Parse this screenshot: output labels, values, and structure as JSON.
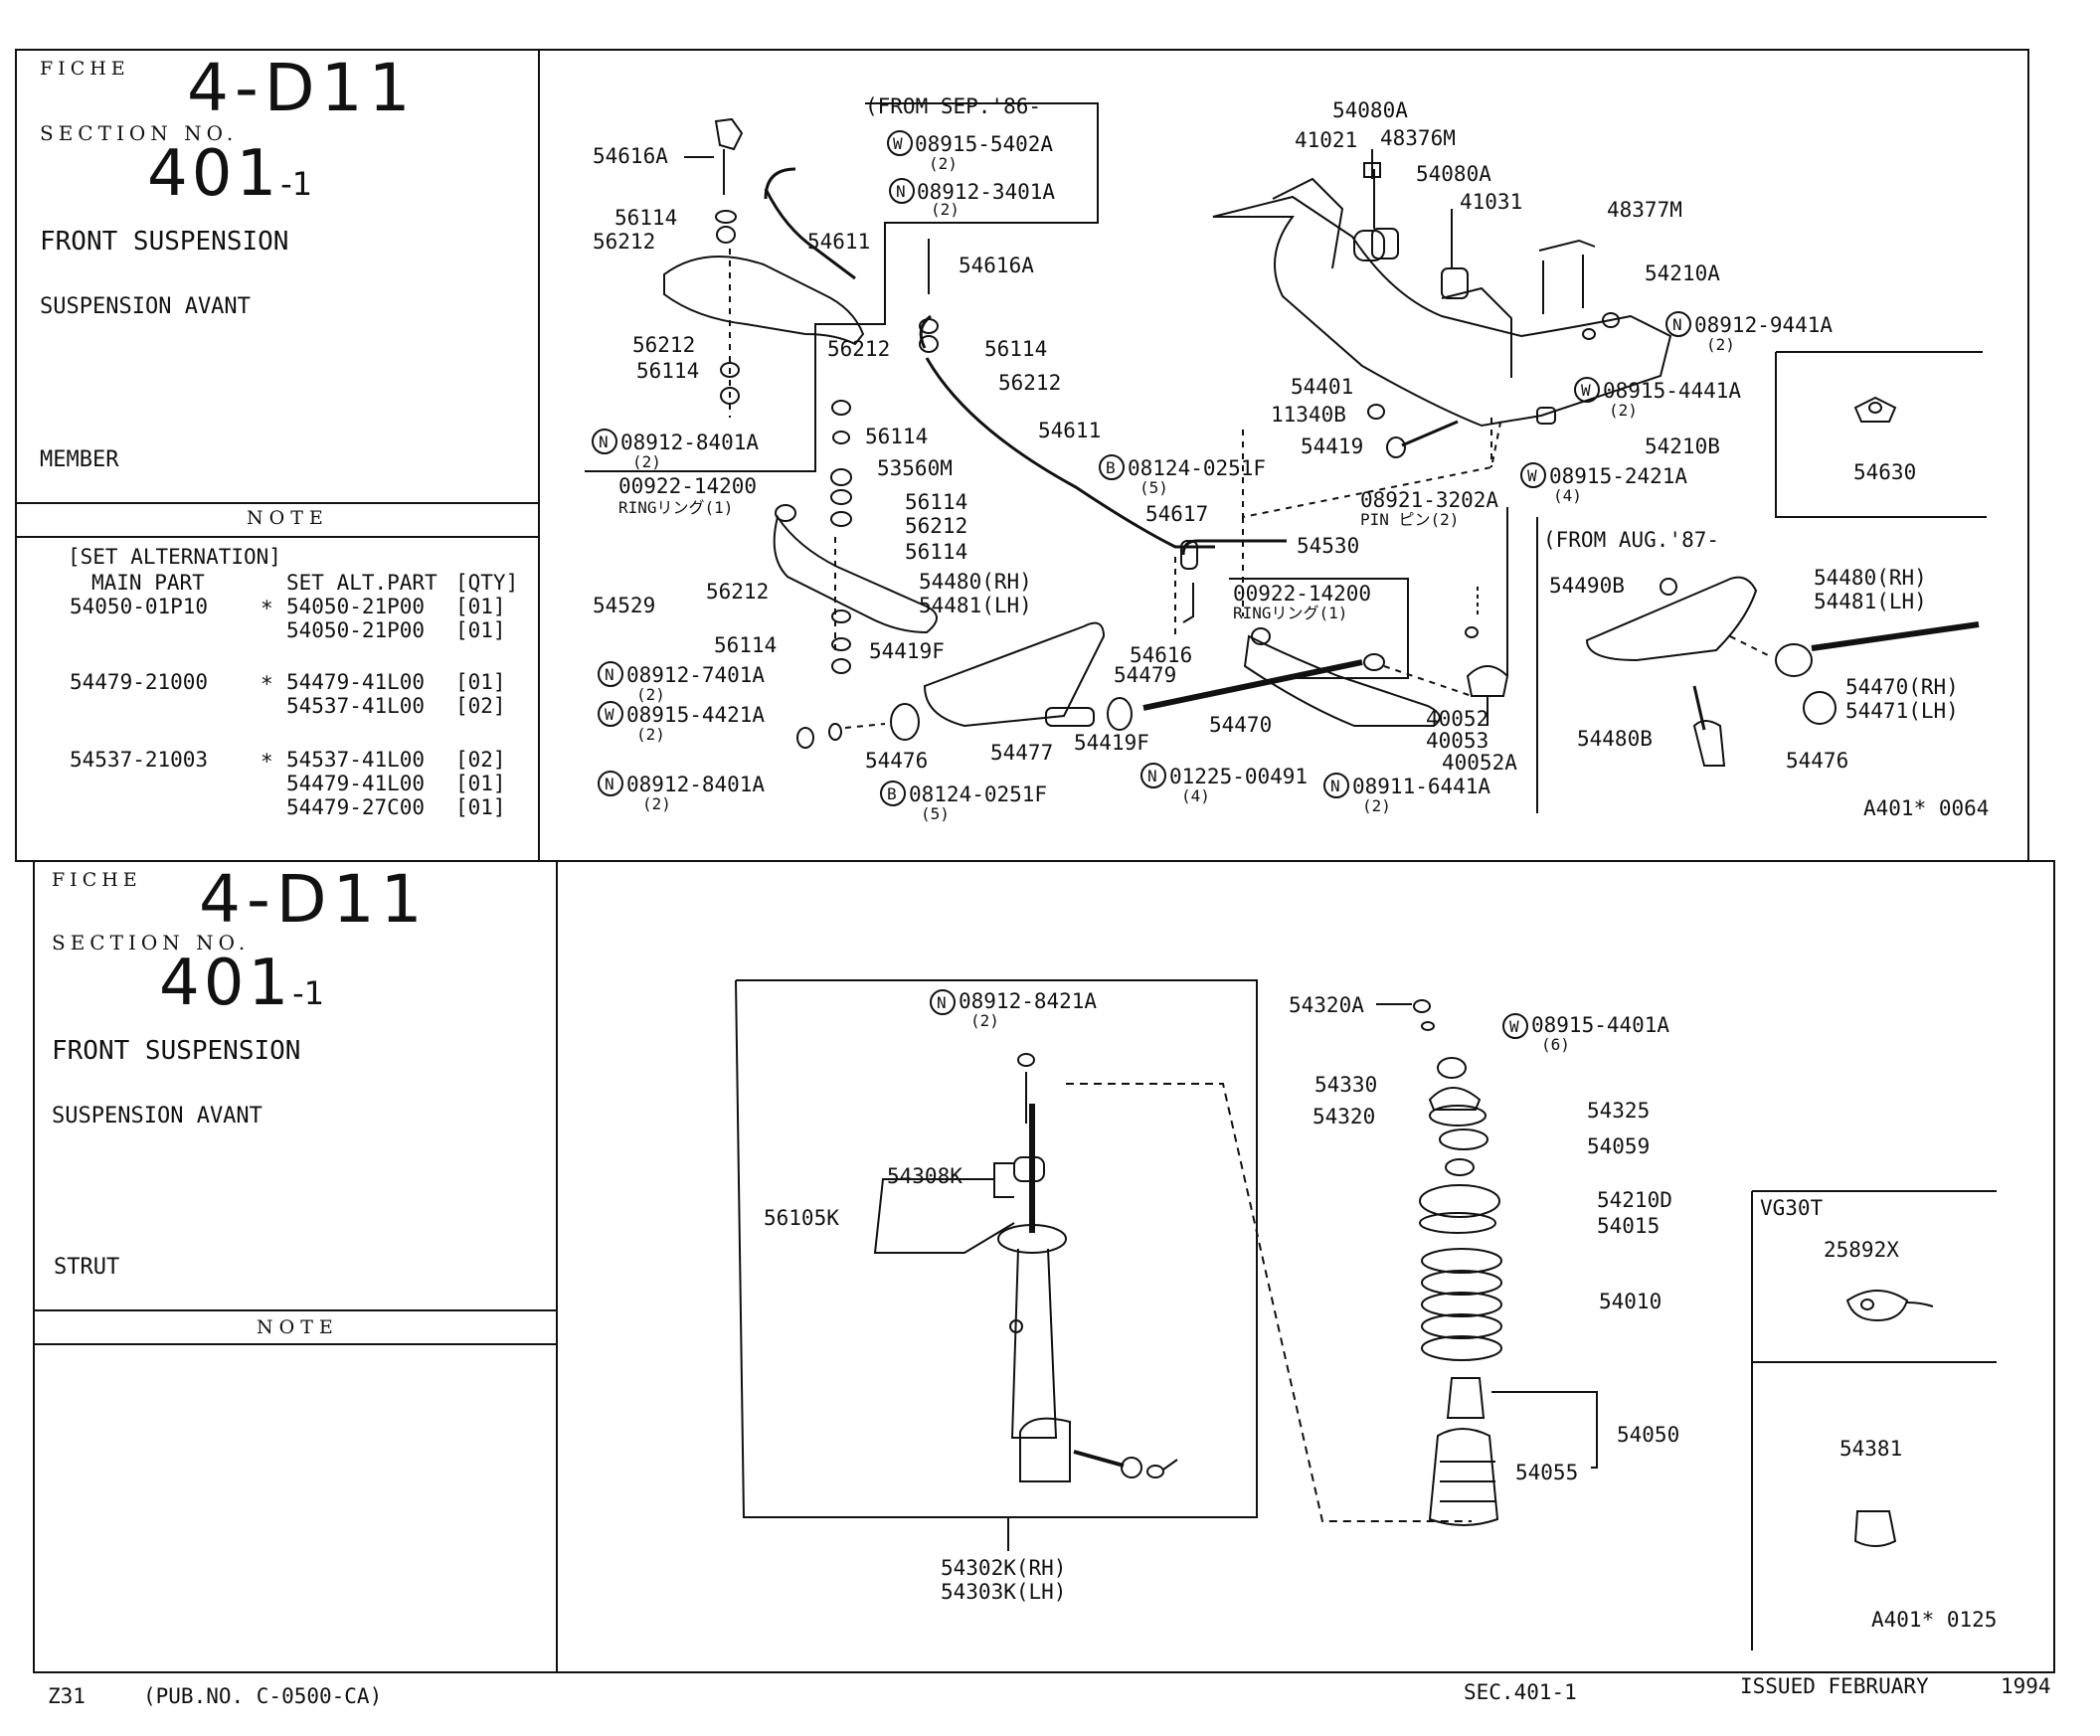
{
  "top_panel": {
    "fiche_label": "FICHE",
    "fiche_code": "4-D11",
    "section_label": "SECTION NO.",
    "section_main": "401",
    "section_sub": "-1",
    "title_en": "FRONT SUSPENSION",
    "title_fr": "SUSPENSION AVANT",
    "group": "MEMBER",
    "note_label": "NOTE",
    "set_alt": {
      "heading": "[SET ALTERNATION]",
      "col_main": "MAIN PART",
      "col_alt": "SET ALT.PART",
      "col_qty": "[QTY]",
      "rows": [
        {
          "main": "54050-01P10",
          "mark": "*",
          "alt": "54050-21P00",
          "qty": "[01]"
        },
        {
          "main": "",
          "mark": "",
          "alt": "54050-21P00",
          "qty": "[01]"
        },
        {
          "main": "54479-21000",
          "mark": "*",
          "alt": "54479-41L00",
          "qty": "[01]"
        },
        {
          "main": "",
          "mark": "",
          "alt": "54537-41L00",
          "qty": "[02]"
        },
        {
          "main": "54537-21003",
          "mark": "*",
          "alt": "54537-41L00",
          "qty": "[02]"
        },
        {
          "main": "",
          "mark": "",
          "alt": "54479-41L00",
          "qty": "[01]"
        },
        {
          "main": "",
          "mark": "",
          "alt": "54479-27C00",
          "qty": "[01]"
        }
      ]
    }
  },
  "bottom_panel": {
    "fiche_label": "FICHE",
    "fiche_code": "4-D11",
    "section_label": "SECTION NO.",
    "section_main": "401",
    "section_sub": "-1",
    "title_en": "FRONT SUSPENSION",
    "title_fr": "SUSPENSION AVANT",
    "group": "STRUT",
    "note_label": "NOTE"
  },
  "diagram_top": {
    "labels": {
      "from_sep": "(FROM SEP.'86-",
      "p54616a_1": "54616A",
      "p08915_5402a": "08915-5402A",
      "q2_a": "(2)",
      "p08912_3401a": "08912-3401A",
      "q2_b": "(2)",
      "p56114_1": "56114",
      "p56212_1": "56212",
      "p54611_1": "54611",
      "p54616a_2": "54616A",
      "p56212_2": "56212",
      "p56114_2": "56114",
      "p56212_3": "56212",
      "p56114_3": "56114",
      "p56212_4": "56212",
      "p08912_8401a_1": "08912-8401A",
      "q2_c": "(2)",
      "p56114_4": "56114",
      "p53560m": "53560M",
      "p54611_2": "54611",
      "p00922_14200_1": "00922-14200",
      "ring_1": "RINGリング(1)",
      "p56114_5": "56114",
      "p56212_5": "56212",
      "p56114_6": "56114",
      "p54529": "54529",
      "p56212_6": "56212",
      "p56114_7": "56114",
      "p08912_7401a": "08912-7401A",
      "q2_d": "(2)",
      "p08915_4421a": "08915-4421A",
      "q2_e": "(2)",
      "p08912_8401a_2": "08912-8401A",
      "q2_f": "(2)",
      "p54480rh_1": "54480(RH)",
      "p54481lh_1": "54481(LH)",
      "p54419f_1": "54419F",
      "p54479": "54479",
      "p54476_1": "54476",
      "p54477": "54477",
      "p54419f_2": "54419F",
      "p08124_0251f_1": "08124-0251F",
      "q5_a": "(5)",
      "p08124_0251f_2": "08124-0251F",
      "q5_b": "(5)",
      "p54617": "54617",
      "p54616": "54616",
      "p54470_1": "54470",
      "p01225_00491": "01225-00491",
      "q4_a": "(4)",
      "p54080a_1": "54080A",
      "p41021": "41021",
      "p48376m": "48376M",
      "p54080a_2": "54080A",
      "p41031": "41031",
      "p48377m": "48377M",
      "p54210a": "54210A",
      "p08912_9441a": "08912-9441A",
      "q2_g": "(2)",
      "p08915_4441a": "08915-4441A",
      "q2_h": "(2)",
      "p54401": "54401",
      "p11340b": "11340B",
      "p54419": "54419",
      "p54210b": "54210B",
      "p08915_2421a": "08915-2421A",
      "q4_b": "(4)",
      "p08921_3202a": "08921-3202A",
      "pin": "PIN ピン(2)",
      "p54530": "54530",
      "p00922_14200_2": "00922-14200",
      "ring_2": "RINGリング(1)",
      "p40052": "40052",
      "p40053": "40053",
      "p40052a": "40052A",
      "p08911_6441a": "08911-6441A",
      "q2_i": "(2)",
      "p54630": "54630",
      "from_aug": "(FROM AUG.'87-",
      "p54490b": "54490B",
      "p54480rh_2": "54480(RH)",
      "p54481lh_2": "54481(LH)",
      "p54470rh": "54470(RH)",
      "p54471lh": "54471(LH)",
      "p54480b": "54480B",
      "p54476_2": "54476",
      "ref": "A401* 0064"
    }
  },
  "diagram_bottom": {
    "labels": {
      "p08912_8421a": "08912-8421A",
      "q2": "(2)",
      "p54308k": "54308K",
      "p56105k": "56105K",
      "p54302k": "54302K(RH)",
      "p54303k": "54303K(LH)",
      "p54320a": "54320A",
      "p08915_4401a": "08915-4401A",
      "q6": "(6)",
      "p54330": "54330",
      "p54320": "54320",
      "p54325": "54325",
      "p54059": "54059",
      "p54210d": "54210D",
      "p54015": "54015",
      "p54010": "54010",
      "p54050": "54050",
      "p54055": "54055",
      "vg30t": "VG30T",
      "p25892x": "25892X",
      "p54381": "54381",
      "ref": "A401* 0125"
    }
  },
  "footer": {
    "model": "Z31",
    "pub": "(PUB.NO. C-0500-CA)",
    "sec": "SEC.401-1",
    "issued": "ISSUED  FEBRUARY",
    "year": "1994"
  }
}
